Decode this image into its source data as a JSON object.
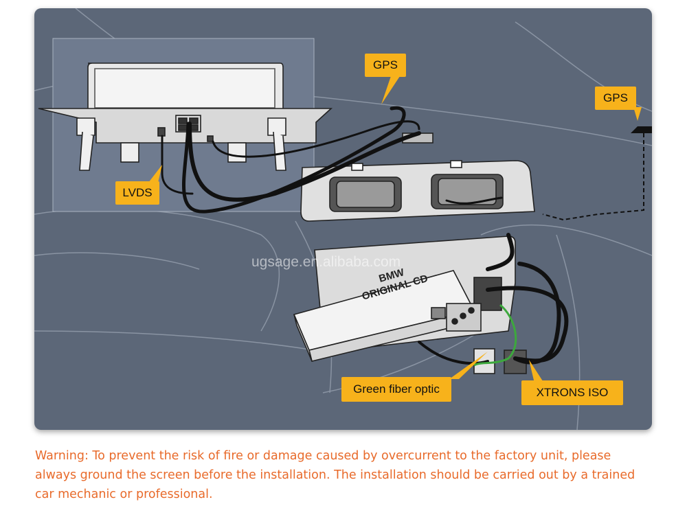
{
  "labels": {
    "gps_left": "GPS",
    "gps_right": "GPS",
    "lvds": "LVDS",
    "green_fiber": "Green fiber optic",
    "xtrons_iso": "XTRONS ISO"
  },
  "cd_unit_text": [
    "BMW",
    "ORIGINAL CD"
  ],
  "watermark": "ugsage.en.alibaba.com",
  "warning": "Warning: To prevent the risk of fire or damage caused by overcurrent to the factory unit, please always ground the screen before the installation. The installation should be carried out by a trained car mechanic or professional.",
  "colors": {
    "panel_bg": "#5c6778",
    "callout": "#f7b21b",
    "warning_text": "#e86a2a",
    "fiber": "#3da83d"
  }
}
